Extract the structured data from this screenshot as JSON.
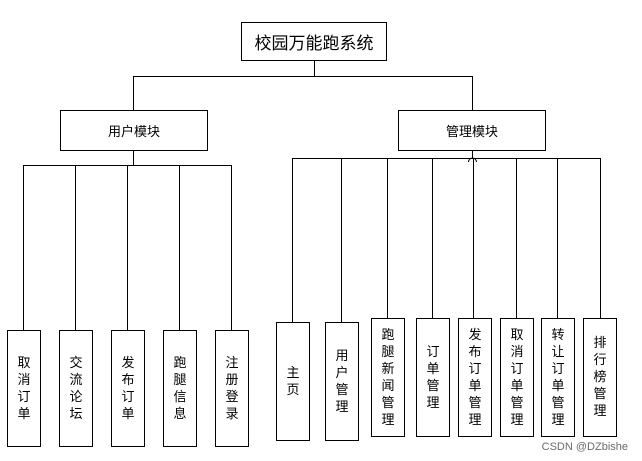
{
  "root": {
    "label": "校园万能跑系统"
  },
  "modules": {
    "user": {
      "label": "用户模块",
      "children": [
        "取消订单",
        "交流论坛",
        "发布订单",
        "跑腿信息",
        "注册登录"
      ]
    },
    "admin": {
      "label": "管理模块",
      "children": [
        "主页",
        "用户管理",
        "跑腿新闻管理",
        "订单管理",
        "发布订单管理",
        "取消订单管理",
        "转让订单管理",
        "排行榜管理"
      ]
    }
  },
  "watermark": "CSDN @DZbishe"
}
